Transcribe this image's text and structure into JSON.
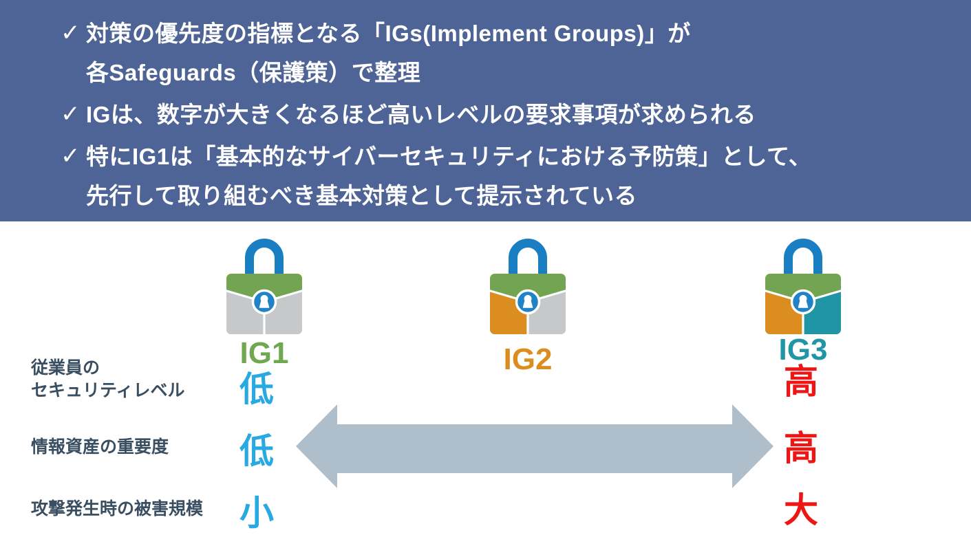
{
  "header": {
    "background": "#4e6496",
    "text_color": "#ffffff",
    "bullets": [
      {
        "check_icon": "✓",
        "lines": [
          "対策の優先度の指標となる「IGs(Implement Groups)」が",
          "各Safeguards（保護策）で整理"
        ]
      },
      {
        "check_icon": "✓",
        "lines": [
          "IGは、数字が大きくなるほど高いレベルの要求事項が求められる"
        ]
      },
      {
        "check_icon": "✓",
        "lines": [
          "特にIG1は「基本的なサイバーセキュリティにおける予防策」として、",
          "先行して取り組むべき基本対策として提示されている"
        ]
      }
    ]
  },
  "locks": [
    {
      "label": "IG1",
      "label_color": "#6fa84e",
      "shackle_color": "#1a7ec3",
      "flap_color": "#72a452",
      "left_color": "#c6c8ca",
      "right_color": "#c6c8ca",
      "keyhole_bg_color": "#1f83c4",
      "icon_name": "padlock-icon"
    },
    {
      "label": "IG2",
      "label_color": "#dc8d20",
      "shackle_color": "#1a7ec3",
      "flap_color": "#72a452",
      "left_color": "#dc8d20",
      "right_color": "#c6c8ca",
      "keyhole_bg_color": "#1f83c4",
      "icon_name": "padlock-icon"
    },
    {
      "label": "IG3",
      "label_color": "#2095a5",
      "shackle_color": "#1a7ec3",
      "flap_color": "#72a452",
      "left_color": "#dc8d20",
      "right_color": "#2095a5",
      "keyhole_bg_color": "#1f83c4",
      "icon_name": "padlock-icon"
    }
  ],
  "rows": [
    {
      "label_lines": [
        "従業員の",
        "セキュリティレベル"
      ],
      "low": "低",
      "high": "高"
    },
    {
      "label_lines": [
        "情報資産の重要度"
      ],
      "low": "低",
      "high": "高"
    },
    {
      "label_lines": [
        "攻撃発生時の被害規模"
      ],
      "low": "小",
      "high": "大"
    }
  ],
  "colors": {
    "row_label": "#3a4e61",
    "low_value": "#29a9e1",
    "high_value": "#ee1515",
    "arrow": "#aebecb",
    "white": "#ffffff"
  }
}
